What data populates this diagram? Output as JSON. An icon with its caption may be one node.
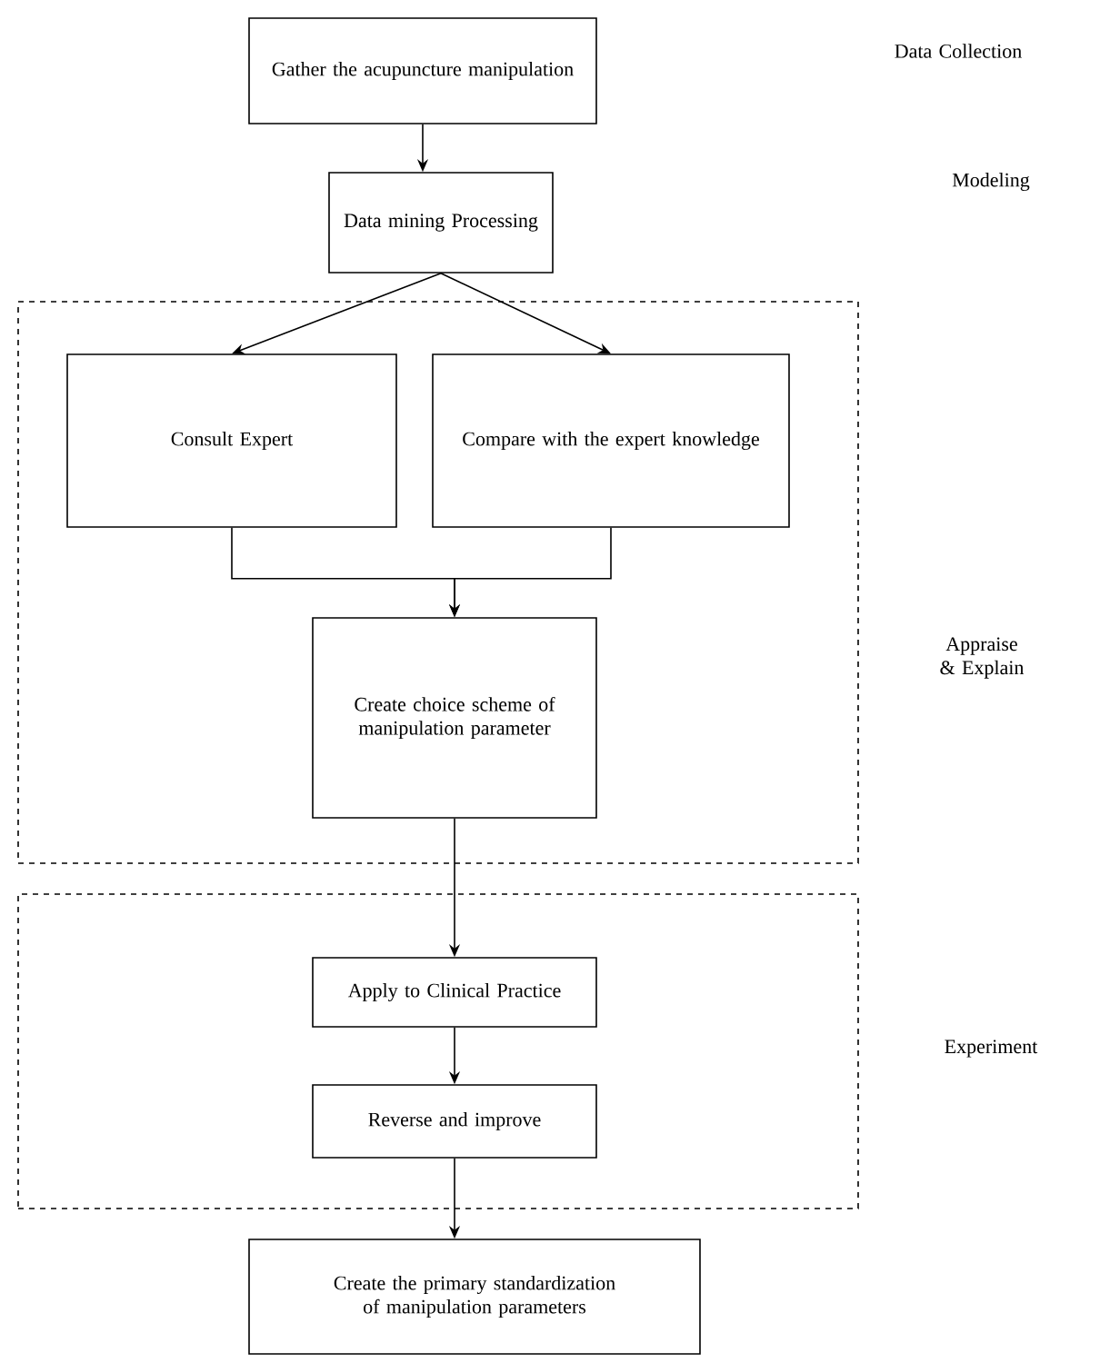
{
  "diagram": {
    "nodes": [
      {
        "text": [
          "Gather the acupuncture manipulation"
        ]
      },
      {
        "text": [
          "Data mining Processing"
        ]
      },
      {
        "text": [],
        "shape": "box"
      },
      {
        "text": [
          "Consult Expert"
        ],
        "in": 2
      },
      {
        "text": [
          "Compare with the expert knowledge"
        ],
        "in": 2
      },
      {
        "text": [
          "Create choice scheme of manipulation parameter"
        ],
        "in": 2
      },
      {
        "text": [],
        "shape": "box"
      },
      {
        "text": [
          "Apply to Clinical Practice"
        ],
        "in": 6
      },
      {
        "text": [
          "Reverse and improve"
        ],
        "in": 6
      },
      {
        "text": [
          "Create the primary standardization of manipulation parameters"
        ]
      }
    ],
    "edges": [
      {
        "from": 0,
        "to": 1,
        "arrow": "to"
      },
      {
        "from": 1,
        "to": 3,
        "arrow": "to"
      },
      {
        "from": 1,
        "to": 4,
        "arrow": "to"
      },
      {
        "from": 3,
        "to": 5,
        "arrow": "to"
      },
      {
        "from": 4,
        "to": 5,
        "arrow": "to"
      },
      {
        "from": 5,
        "to": 7,
        "arrow": "to"
      },
      {
        "from": 7,
        "to": 8,
        "arrow": "to"
      },
      {
        "from": 8,
        "to": 9,
        "arrow": "to"
      }
    ],
    "labels": [
      "Data Collection",
      "Modeling",
      "Appraise & Explain",
      "Experiment"
    ]
  }
}
